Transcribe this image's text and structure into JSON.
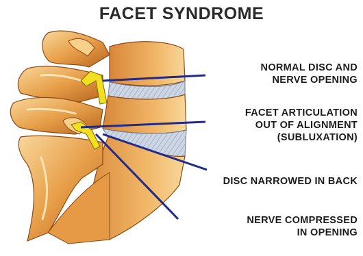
{
  "title": "FACET SYNDROME",
  "labels": [
    {
      "lines": [
        "NORMAL DISC AND",
        "NERVE OPENING"
      ]
    },
    {
      "lines": [
        "FACET ARTICULATION",
        "OUT OF ALIGNMENT",
        "(SUBLUXATION)"
      ]
    },
    {
      "lines": [
        "DISC NARROWED IN BACK"
      ]
    },
    {
      "lines": [
        "NERVE COMPRESSED",
        "IN OPENING"
      ]
    }
  ],
  "colors": {
    "bone": "#e8a04a",
    "bone_light": "#f6cf8a",
    "bone_dark": "#b8651e",
    "disc": "#c9d3e2",
    "nerve": "#f2e020",
    "leader": "#1f2a8a"
  }
}
